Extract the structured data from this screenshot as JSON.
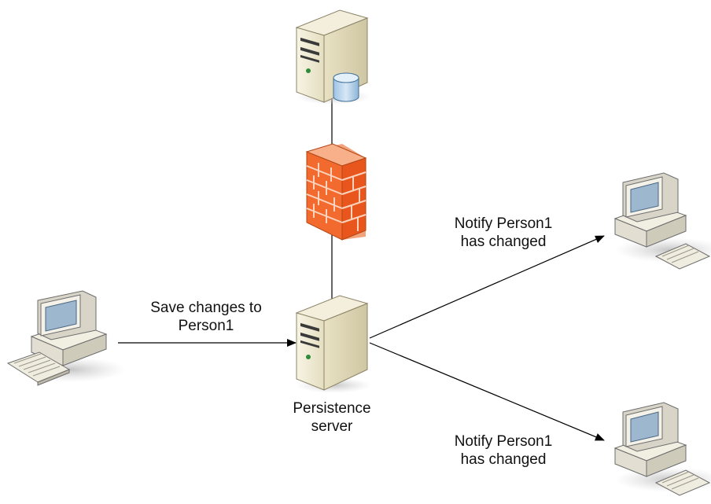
{
  "diagram": {
    "labels": {
      "save_line1": "Save changes to",
      "save_line2": "Person1",
      "notify_top_line1": "Notify Person1",
      "notify_top_line2": "has changed",
      "notify_bottom_line1": "Notify Person1",
      "notify_bottom_line2": "has changed",
      "server_line1": "Persistence",
      "server_line2": "server"
    },
    "nodes": [
      {
        "id": "database-server",
        "kind": "server-with-database"
      },
      {
        "id": "firewall",
        "kind": "firewall"
      },
      {
        "id": "persistence-server",
        "kind": "server"
      },
      {
        "id": "client-left",
        "kind": "workstation"
      },
      {
        "id": "client-top-right",
        "kind": "workstation"
      },
      {
        "id": "client-bottom-right",
        "kind": "workstation"
      }
    ],
    "colors": {
      "firewall": "#F26A2E",
      "server_body": "#EFEAD2",
      "database": "#BFD9EE",
      "monitor_screen": "#9DB7CF",
      "line": "#000000"
    }
  }
}
